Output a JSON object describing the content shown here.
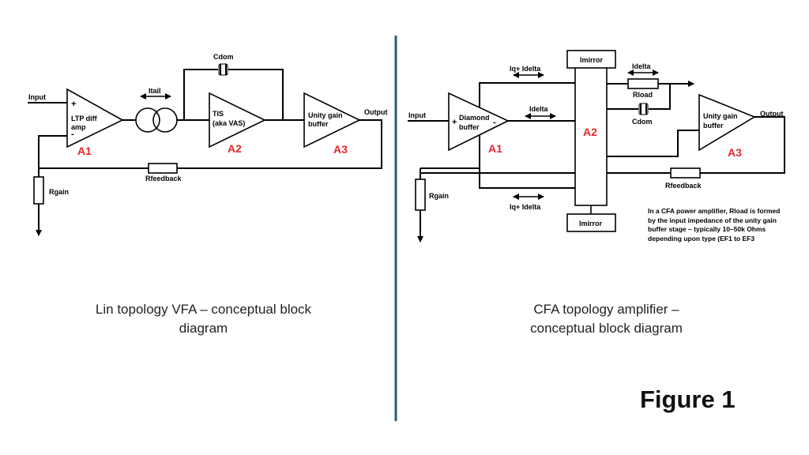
{
  "left": {
    "input": "Input",
    "output": "Output",
    "itail": "Itail",
    "cdom": "Cdom",
    "a1_text": [
      "LTP diff",
      "amp"
    ],
    "a2_text": [
      "TIS",
      "(aka VAS)"
    ],
    "a3_text": [
      "Unity gain",
      "buffer"
    ],
    "a1": "A1",
    "a2": "A2",
    "a3": "A3",
    "plus": "+",
    "minus": "-",
    "rfeedback": "Rfeedback",
    "rgain": "Rgain",
    "caption": "Lin topology VFA – conceptual block diagram"
  },
  "right": {
    "input": "Input",
    "output": "Output",
    "imirror_top": "Imirror",
    "imirror_bottom": "Imirror",
    "iq_top": "Iq+ Idelta",
    "iq_bottom": "Iq+ Idelta",
    "idelta_mid": "Idelta",
    "idelta_top": "Idelta",
    "rload": "Rload",
    "cdom": "Cdom",
    "a1_text": [
      "Diamond",
      "buffer"
    ],
    "a3_text": [
      "Unity gain",
      "buffer"
    ],
    "a1": "A1",
    "a2": "A2",
    "a3": "A3",
    "plus": "+",
    "minus": "-",
    "rfeedback": "Rfeedback",
    "rgain": "Rgain",
    "note": "In  a CFA power amplifier, Rload is formed by the input impedance of the unity gain buffer stage – typically 10–50k Ohms depending upon type (EF1 to EF3",
    "caption": "CFA topology amplifier – conceptual block diagram"
  },
  "figure_label": "Figure 1",
  "colors": {
    "divider": "#1f5f85",
    "stage_label": "#e8262c"
  }
}
